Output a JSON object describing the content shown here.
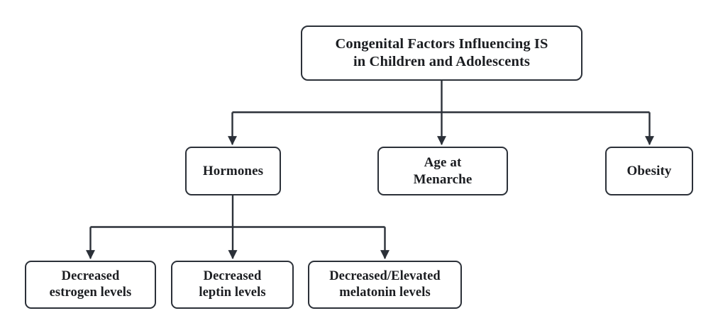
{
  "diagram": {
    "type": "flowchart",
    "orientation": "top-down",
    "background_color": "#ffffff",
    "line_color": "#2b3038",
    "box_border_color": "#2b3038",
    "box_fill_color": "#ffffff",
    "text_color": "#1b1d21",
    "levels": 3
  },
  "nodes": {
    "root": {
      "label": "Congenital Factors Influencing IS\nin Children and Adolescents",
      "line1": "Congenital Factors Influencing IS",
      "line2": "in Children and Adolescents"
    },
    "hormones": {
      "label": "Hormones"
    },
    "menarche": {
      "label": "Age at\nMenarche",
      "line1": "Age at",
      "line2": "Menarche"
    },
    "obesity": {
      "label": "Obesity"
    },
    "estrogen": {
      "label": "Decreased\nestrogen levels",
      "line1": "Decreased",
      "line2": "estrogen levels"
    },
    "leptin": {
      "label": "Decreased\nleptin levels",
      "line1": "Decreased",
      "line2": "leptin levels"
    },
    "melatonin": {
      "label": "Decreased/Elevated\nmelatonin levels",
      "line1": "Decreased/Elevated",
      "line2": "melatonin levels"
    }
  },
  "edges": [
    {
      "from": "root",
      "to": "hormones"
    },
    {
      "from": "root",
      "to": "menarche"
    },
    {
      "from": "root",
      "to": "obesity"
    },
    {
      "from": "hormones",
      "to": "estrogen"
    },
    {
      "from": "hormones",
      "to": "leptin"
    },
    {
      "from": "hormones",
      "to": "melatonin"
    }
  ]
}
